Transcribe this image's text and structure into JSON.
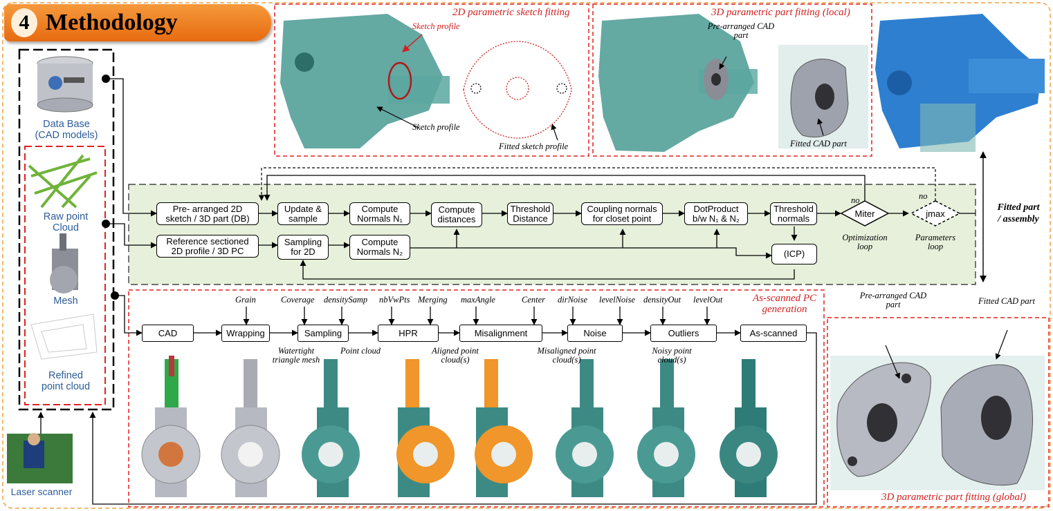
{
  "header": {
    "number": "4",
    "title": "Methodology"
  },
  "left_column": {
    "database": "Data Base\n(CAD models)",
    "raw_cloud": "Raw point\nCloud",
    "mesh": "Mesh",
    "refined_cloud": "Refined\npoint cloud",
    "scanner": "Laser scanner"
  },
  "panels": {
    "sketch_fitting": {
      "title": "2D parametric sketch fitting",
      "label_sketch_profile_top": "Sketch profile",
      "label_sketch_profile": "Sketch profile",
      "label_fitted_profile": "Fitted sketch profile"
    },
    "local_fitting": {
      "title": "3D parametric part fitting (local)",
      "label_prearranged": "Pre-arranged CAD\npart",
      "label_fitted": "Fitted CAD part"
    },
    "global_fitting": {
      "title": "3D parametric part fitting (global)",
      "label_prearranged": "Pre-arranged CAD\npart",
      "label_fitted": "Fitted CAD part"
    },
    "as_scanned_title": "As-scanned PC\ngeneration"
  },
  "pipeline": {
    "boxes": {
      "prearranged": "Pre- arranged 2D\nsketch / 3D part (DB)",
      "reference": "Reference sectioned\n2D profile / 3D PC",
      "update": "Update &\nsample",
      "sampling2d": "Sampling\nfor 2D",
      "normals1": "Compute\nNormals N₁",
      "normals2": "Compute\nNormals N₂",
      "distances": "Compute\ndistances",
      "threshold_distance": "Threshold\nDistance",
      "coupling": "Coupling normals\nfor closet point",
      "dotproduct": "DotProduct\nb/w N₁ & N₂",
      "threshold_normals": "Threshold\nnormals",
      "icp": "(ICP)",
      "miter": "Miter",
      "jmax": "jmax"
    },
    "labels": {
      "no1": "no",
      "no2": "no",
      "optimization": "Optimization\nloop",
      "parameters": "Parameters\nloop",
      "fitted_part": "Fitted part\n/ assembly"
    }
  },
  "generation": {
    "steps": [
      "CAD",
      "Wrapping",
      "Sampling",
      "HPR",
      "Misalignment",
      "Noise",
      "Outliers",
      "As-scanned"
    ],
    "params": [
      "Grain",
      "Coverage",
      "densitySamp",
      "nbVwPts",
      "Merging",
      "maxAngle",
      "Center",
      "dirNoise",
      "levelNoise",
      "densityOut",
      "levelOut"
    ],
    "outputs": [
      "Watertight\ntriangle mesh",
      "Point cloud",
      "Aligned point\ncloud(s)",
      "Misaligned point\ncloud(s)",
      "Noisy point\ncloud(s)"
    ]
  },
  "colors": {
    "header_orange": "#f07a1a",
    "dashed_red": "#e02020",
    "dashed_orange": "#f0a040",
    "pipeline_green": "#e6f0da",
    "teal": "#2f8c86",
    "blue_part": "#2e7fd0",
    "orange_part": "#f0962a"
  }
}
